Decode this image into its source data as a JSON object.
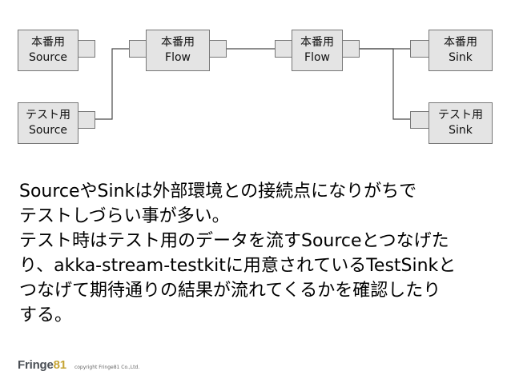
{
  "diagram": {
    "blocks": {
      "prod_source": {
        "line1": "本番用",
        "line2": "Source"
      },
      "test_source": {
        "line1": "テスト用",
        "line2": "Source"
      },
      "flow_1": {
        "line1": "本番用",
        "line2": "Flow"
      },
      "flow_2": {
        "line1": "本番用",
        "line2": "Flow"
      },
      "prod_sink": {
        "line1": "本番用",
        "line2": "Sink"
      },
      "test_sink": {
        "line1": "テスト用",
        "line2": "Sink"
      }
    }
  },
  "body": {
    "lines": [
      "SourceやSinkは外部環境との接続点になりがちで",
      "テストしづらい事が多い。",
      "テスト時はテスト用のデータを流すSourceとつなげた",
      "り、akka-stream-testkitに用意されているTestSinkと",
      "つなげて期待通りの結果が流れてくるかを確認したり",
      "する。"
    ]
  },
  "footer": {
    "logo_part1": "Fringe",
    "logo_part2": "81",
    "copyright": "copyright Fringe81 Co.,Ltd."
  }
}
